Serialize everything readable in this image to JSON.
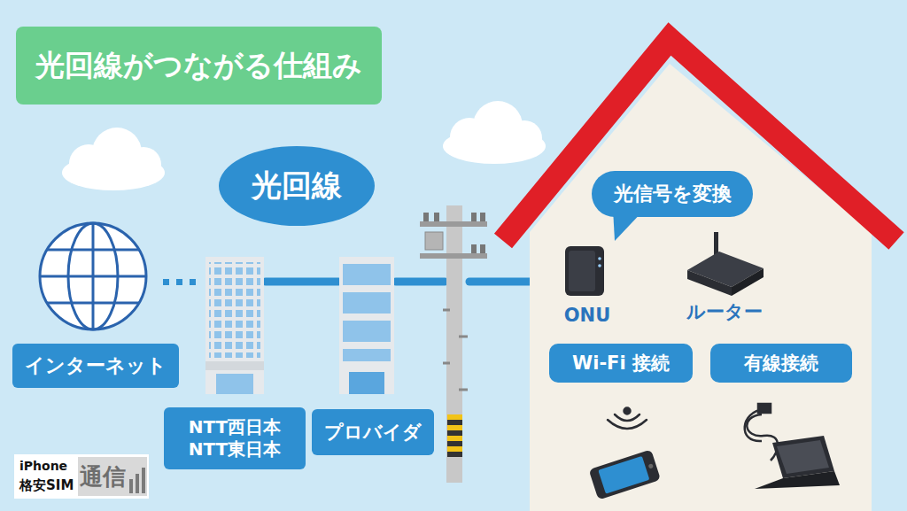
{
  "diagram": {
    "title": "光回線がつながる仕組み",
    "nodes": [
      {
        "text": [
          "光回線"
        ]
      },
      {
        "text": [
          "インターネット"
        ]
      },
      {
        "text": [
          "NTT西日本 NTT東日本"
        ]
      },
      {
        "text": [
          "プロバイダ"
        ]
      },
      {
        "text": [
          "光信号を変換"
        ]
      },
      {
        "text": [
          "Wi-Fi 接続"
        ]
      },
      {
        "text": [
          "有線接続"
        ]
      }
    ],
    "labels": [
      "ONU",
      "ルーター",
      "iPhone",
      "格安SIM",
      "通信"
    ]
  }
}
